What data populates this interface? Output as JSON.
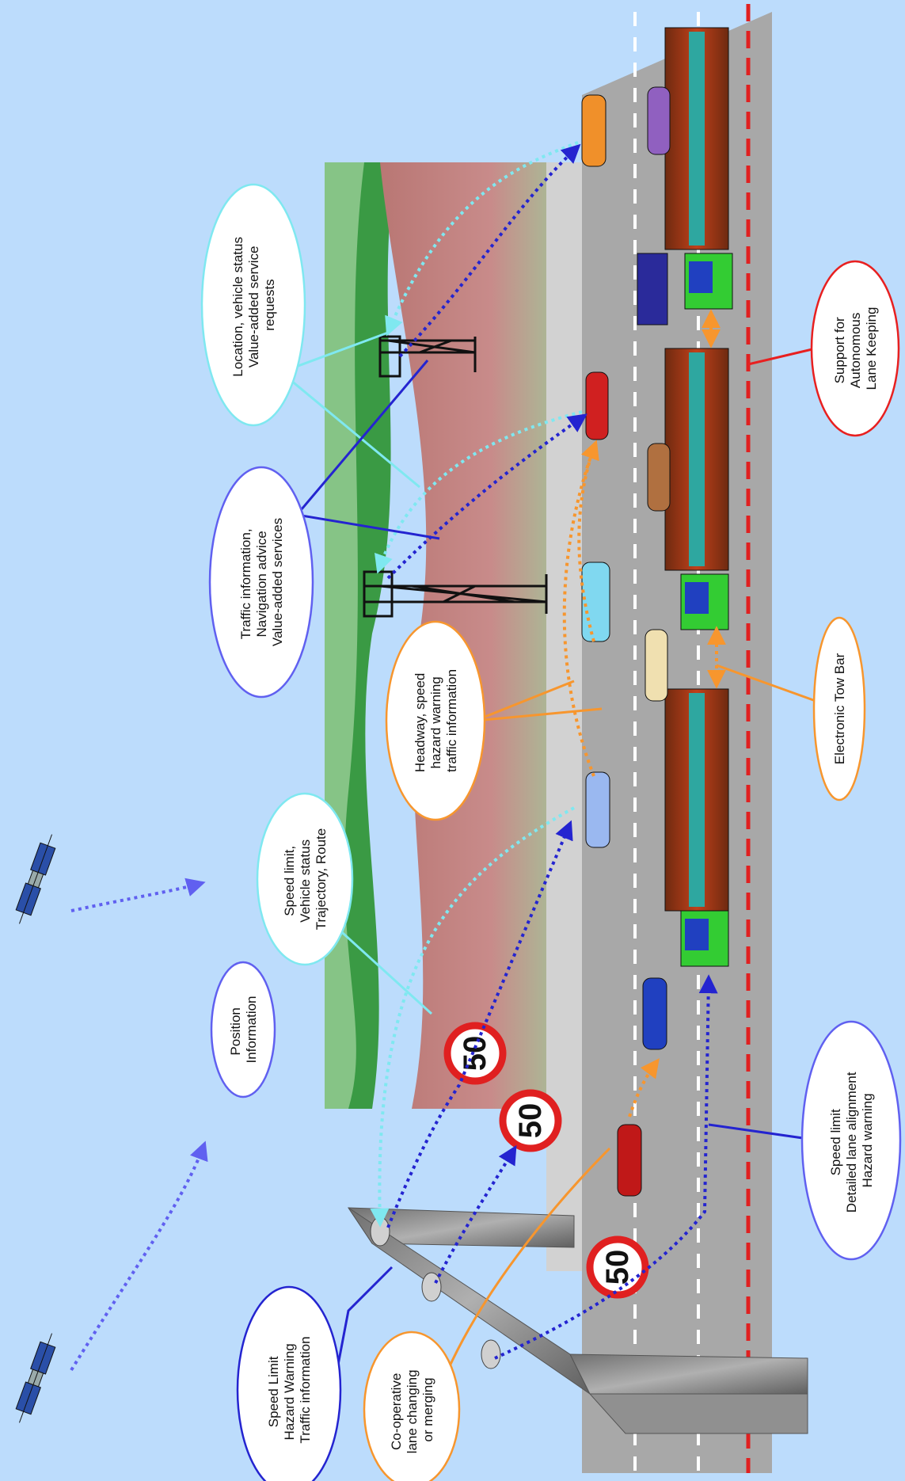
{
  "labels": {
    "position": [
      "Position",
      "Information"
    ],
    "speed_limit_vehicle": [
      "Speed limit,",
      "Vehicle status",
      "Trajectory, Route"
    ],
    "headway": [
      "Headway, speed",
      "hazard warning",
      "traffic information"
    ],
    "electronic_tow_bar": [
      "Electronic Tow Bar"
    ],
    "lane_keeping": [
      "Support for",
      "Autonomous",
      "Lane Keeping"
    ],
    "traffic_nav": [
      "Traffic information,",
      "Navigation advice",
      "Value-added services"
    ],
    "location_status": [
      "Location, vehicle status",
      "Value-added service",
      "requests"
    ],
    "roadside_speed": [
      "Speed limit",
      "Detailed lane alignment",
      "Hazard warning"
    ],
    "beacon_speed": [
      "Speed Limit",
      "Hazard Warning",
      "Traffic information"
    ],
    "coop_lane": [
      "Co-operative",
      "lane changing",
      "or merging"
    ]
  },
  "speed_signs": [
    "50",
    "50",
    "50"
  ],
  "colors": {
    "sky": "#bcdcfc",
    "dark_green": "#3a9a44",
    "light_green": "#86c486",
    "red_band": "#b97774",
    "road": "#a8a8a8",
    "lane_line_white": "#ffffff",
    "lane_line_red": "#e02020",
    "cyan": "#7fe8f0",
    "blue": "#2424d0",
    "orange": "#f7962e",
    "red": "#e82020",
    "violet": "#6060f0"
  }
}
